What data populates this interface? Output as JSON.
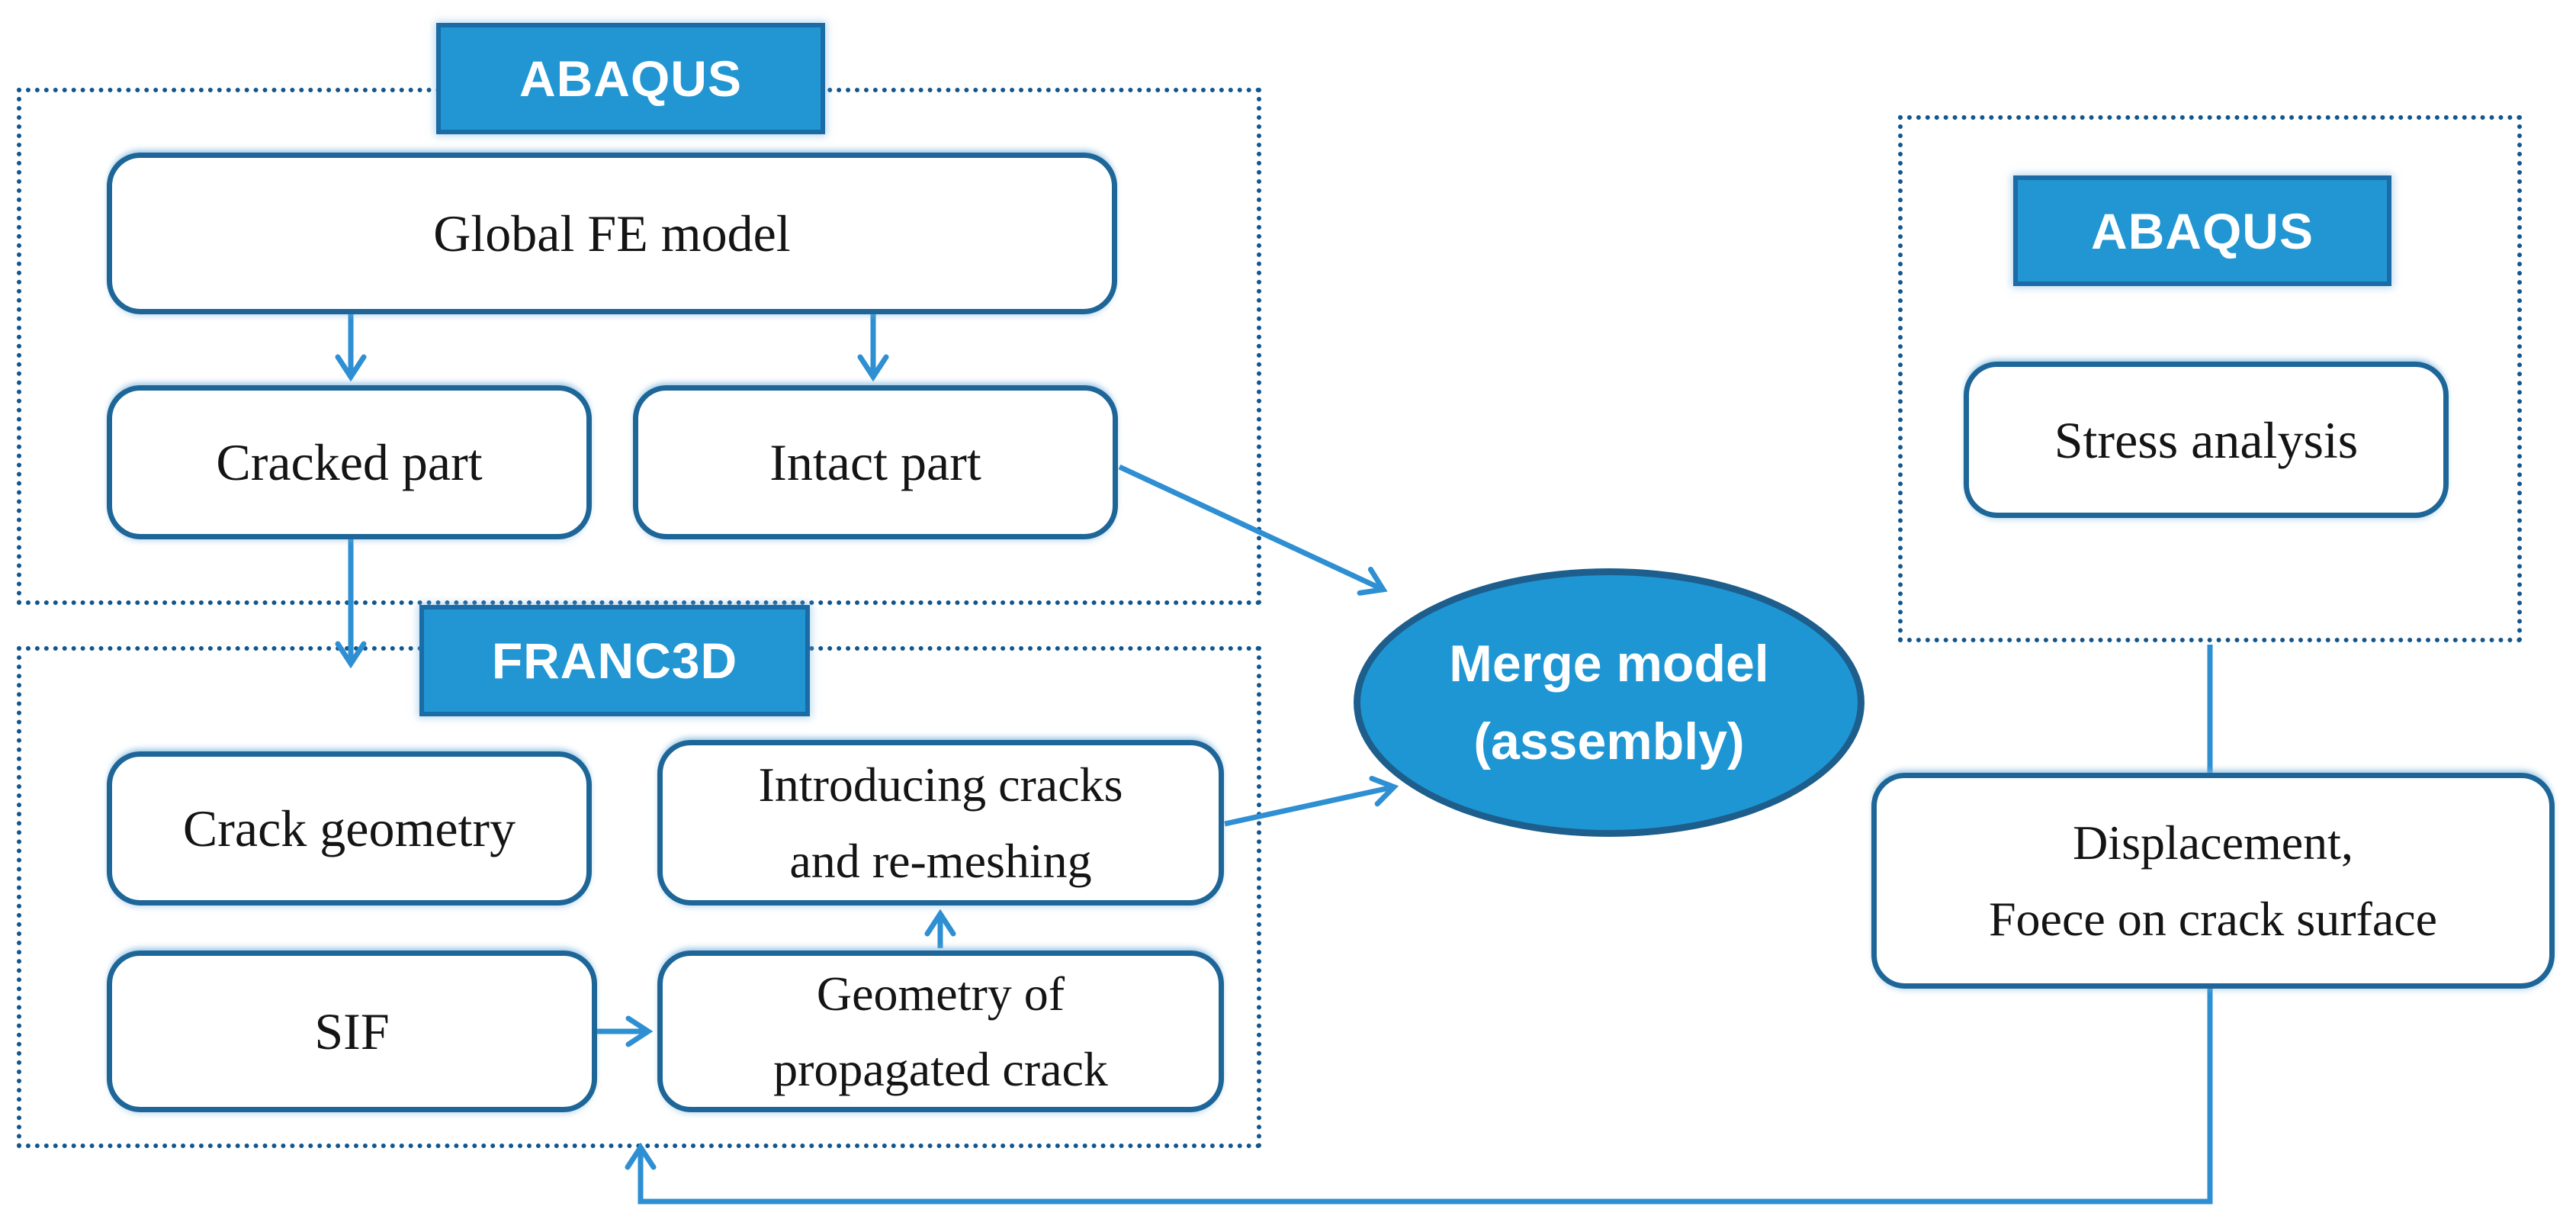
{
  "diagram": {
    "groups": {
      "abaqus_top": {
        "label": "ABAQUS"
      },
      "franc3d": {
        "label": "FRANC3D"
      },
      "abaqus_right": {
        "label": "ABAQUS"
      }
    },
    "nodes": {
      "global_fe_model": {
        "label": "Global FE model"
      },
      "cracked_part": {
        "label": "Cracked part"
      },
      "intact_part": {
        "label": "Intact part"
      },
      "crack_geometry": {
        "label": "Crack geometry"
      },
      "introducing_cracks": {
        "line1": "Introducing cracks",
        "line2": "and re-meshing"
      },
      "sif": {
        "label": "SIF"
      },
      "geometry_propagated_crack": {
        "line1": "Geometry of",
        "line2": "propagated crack"
      },
      "merge_model": {
        "line1": "Merge model",
        "line2": "(assembly)"
      },
      "stress_analysis": {
        "label": "Stress analysis"
      },
      "displacement_force": {
        "line1": "Displacement,",
        "line2": "Foece on crack surface"
      }
    },
    "edges": [
      {
        "from": "global-fe-model",
        "to": "cracked-part"
      },
      {
        "from": "global-fe-model",
        "to": "intact-part"
      },
      {
        "from": "cracked-part",
        "to": "franc3d-group"
      },
      {
        "from": "sif",
        "to": "geometry-of-propagated-crack"
      },
      {
        "from": "geometry-of-propagated-crack",
        "to": "introducing-cracks"
      },
      {
        "from": "intact-part",
        "to": "merge-model"
      },
      {
        "from": "introducing-cracks",
        "to": "merge-model"
      },
      {
        "from": "abaqus-right-group",
        "to": "displacement-force"
      },
      {
        "from": "displacement-force",
        "to": "franc3d-group"
      }
    ],
    "colors": {
      "shape_fill_blue": "#2196d3",
      "tab_border": "#1a6ba6",
      "ellipse_border": "#1d5e8c",
      "box_border": "#1e6698",
      "dotted_border": "#12568e",
      "arrow": "#2e8fd3",
      "label_text": "#ffffff",
      "node_text": "#141414"
    }
  }
}
